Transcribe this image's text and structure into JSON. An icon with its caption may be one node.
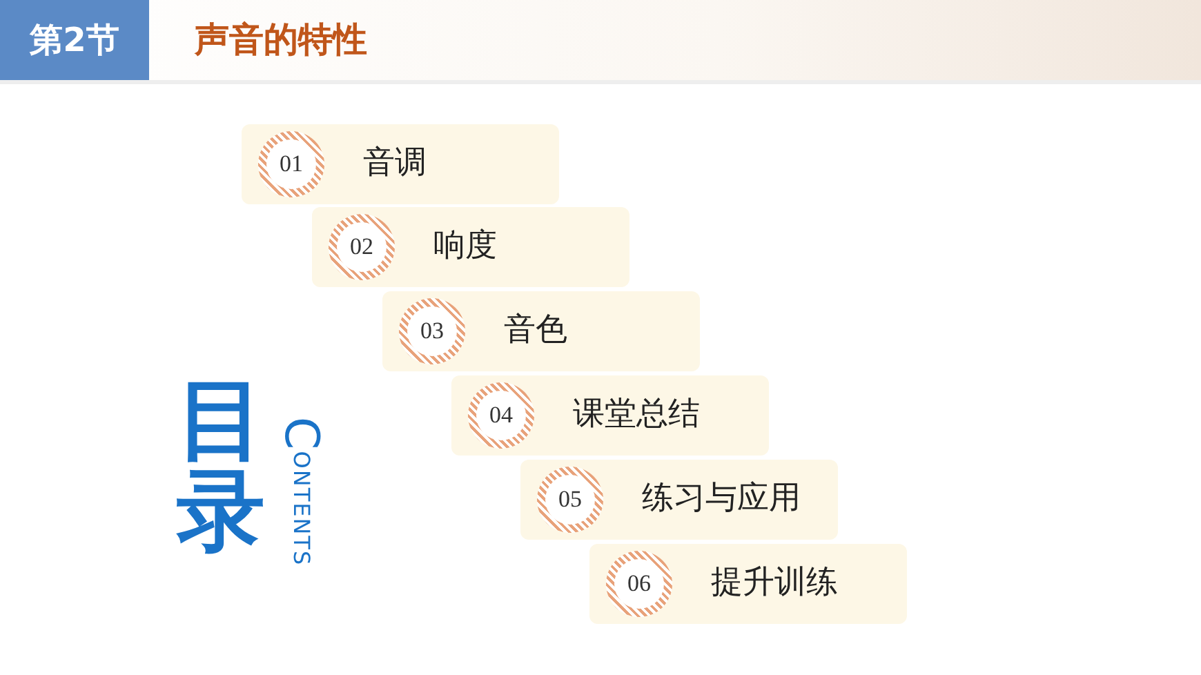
{
  "diagram": {
    "title": "声音的特性",
    "nodes": [
      {
        "text": [
          "01",
          "音调"
        ]
      },
      {
        "text": [
          "02",
          "响度"
        ]
      },
      {
        "text": [
          "03",
          "音色"
        ]
      },
      {
        "text": [
          "04",
          "课堂总结"
        ]
      },
      {
        "text": [
          "05",
          "练习与应用"
        ]
      },
      {
        "text": [
          "06",
          "提升训练"
        ]
      }
    ],
    "labels": [
      "第2节",
      "目录",
      "CONTENTS"
    ]
  }
}
